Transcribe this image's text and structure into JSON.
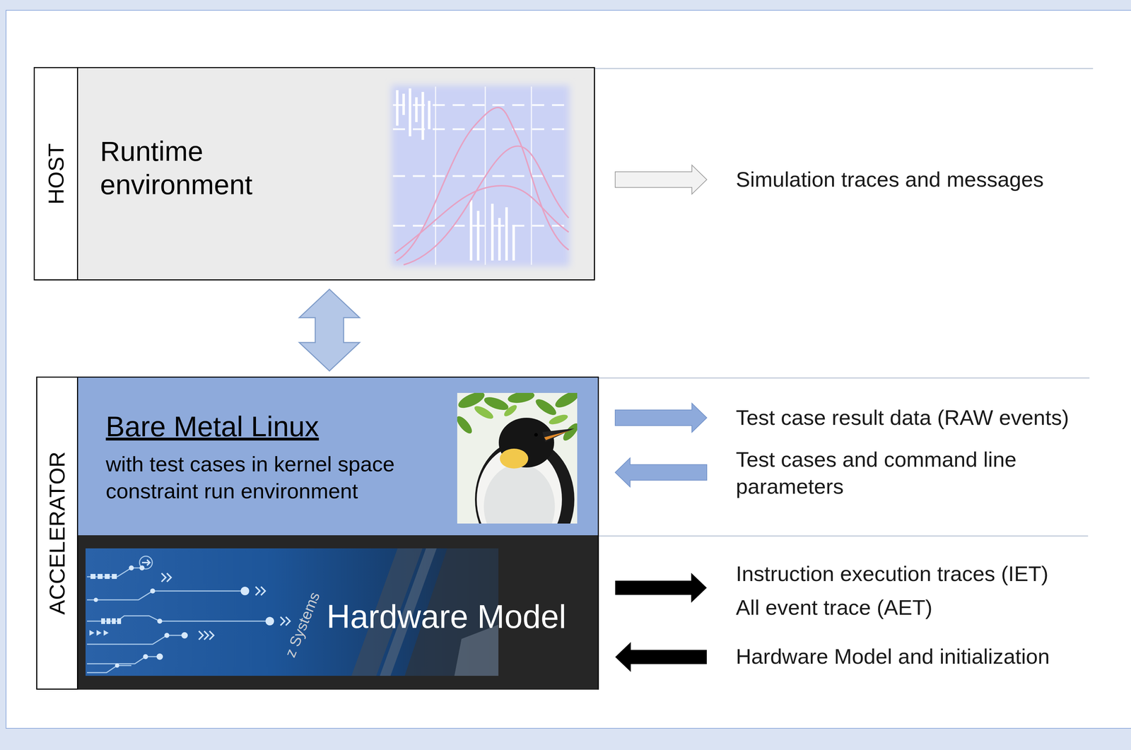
{
  "diagram": {
    "nodes": [
      {
        "text": [
          "HOST"
        ]
      },
      {
        "text": [
          "Runtime environment"
        ],
        "in": 0
      },
      {
        "text": [
          "ACCELERATOR"
        ]
      },
      {
        "text": [
          "Bare Metal Linux",
          "with test cases in kernel space constraint run environment"
        ],
        "in": 2
      },
      {
        "text": [
          "Hardware Model"
        ],
        "in": 2
      }
    ],
    "edges": [
      {
        "from": 1,
        "to": 3,
        "arrow": "both"
      }
    ],
    "labels": [
      "Simulation traces and messages",
      "Test case result data (RAW events)",
      "Test cases and command line parameters",
      "Instruction execution traces (IET)",
      "All event trace (AET)",
      "Hardware Model and initialization",
      "z Systems"
    ]
  }
}
